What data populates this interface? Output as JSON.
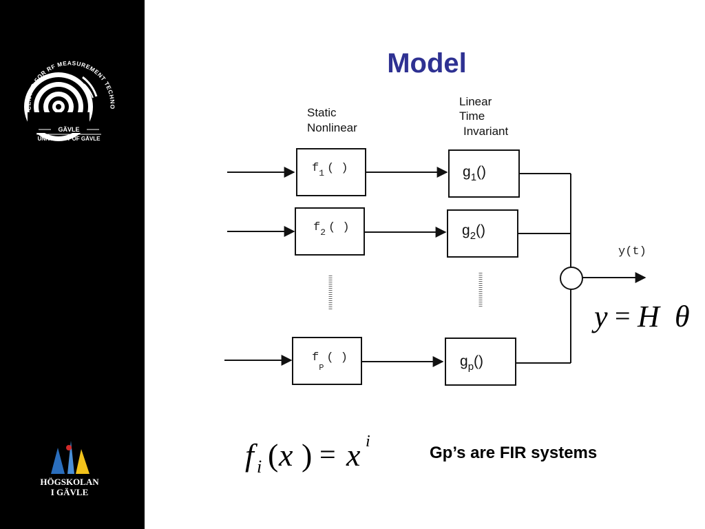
{
  "slide": {
    "title": "Model",
    "colors": {
      "title": "#2e3192",
      "sidebar": "#000000",
      "text": "#000000"
    }
  },
  "logos": {
    "center": {
      "arc_text": "CENTER FOR RF MEASUREMENT TECHNOLOGY",
      "city": "GÄVLE",
      "university": "UNIVERSITY OF GÄVLE"
    },
    "hogskolan": {
      "line1": "HÖGSKOLAN",
      "line2": "I GÄVLE"
    }
  },
  "diagram": {
    "header_static": [
      "Static",
      "Nonlinear"
    ],
    "header_lti": [
      "Linear",
      "Time",
      "Invariant"
    ],
    "nonlinear_blocks": [
      {
        "name": "f",
        "sub": "1",
        "args": "( )"
      },
      {
        "name": "f",
        "sub": "2",
        "args": "( )"
      },
      {
        "name": "f",
        "sub": "P",
        "args": "( )"
      }
    ],
    "lti_blocks": [
      {
        "name": "g",
        "sub": "1",
        "args": "()"
      },
      {
        "name": "g",
        "sub": "2",
        "args": "()"
      },
      {
        "name": "g",
        "sub": "p",
        "args": "()"
      }
    ],
    "output_label": "y(t)"
  },
  "equations": {
    "model": {
      "lhs": "y",
      "eq": "=",
      "H": "H",
      "theta": "θ"
    },
    "basis": {
      "f": "f",
      "i": "i",
      "open": "(",
      "x": "x",
      "close": ")",
      "eq": "=",
      "x2": "x",
      "exp": "i"
    }
  },
  "note": "Gp’s are FIR systems"
}
